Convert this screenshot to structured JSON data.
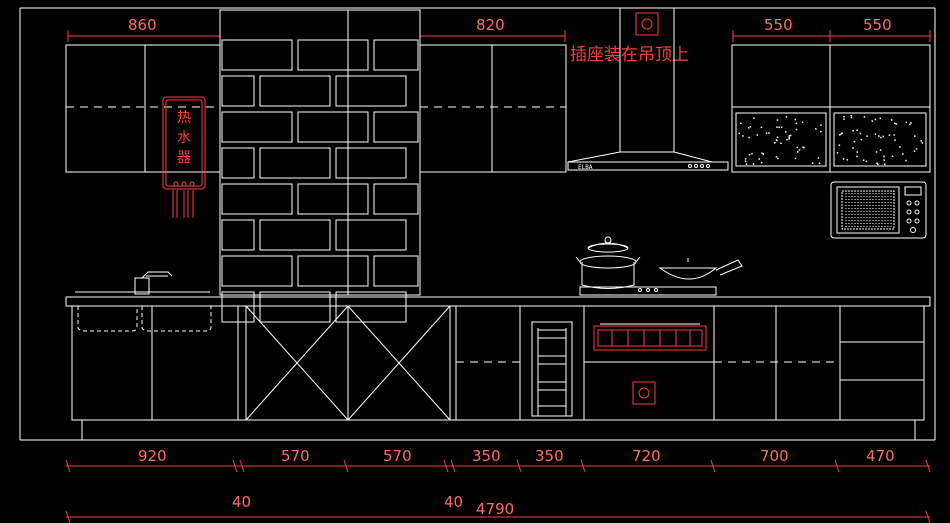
{
  "colors": {
    "background": "#000000",
    "line": "#ffffff",
    "dimension": "#ff3b3b",
    "annotation": "#ff3b3b"
  },
  "top_dimensions": [
    "860",
    "820",
    "550",
    "550"
  ],
  "socket_note": "插座装在吊顶上",
  "water_heater": {
    "label_1": "热",
    "label_2": "水",
    "label_3": "器"
  },
  "hood_brand": "ELBA",
  "bottom_dimensions": [
    "920",
    "570",
    "570",
    "350",
    "350",
    "720",
    "700",
    "470"
  ],
  "gap_dimensions": [
    "40",
    "40"
  ],
  "total_width": "4790"
}
